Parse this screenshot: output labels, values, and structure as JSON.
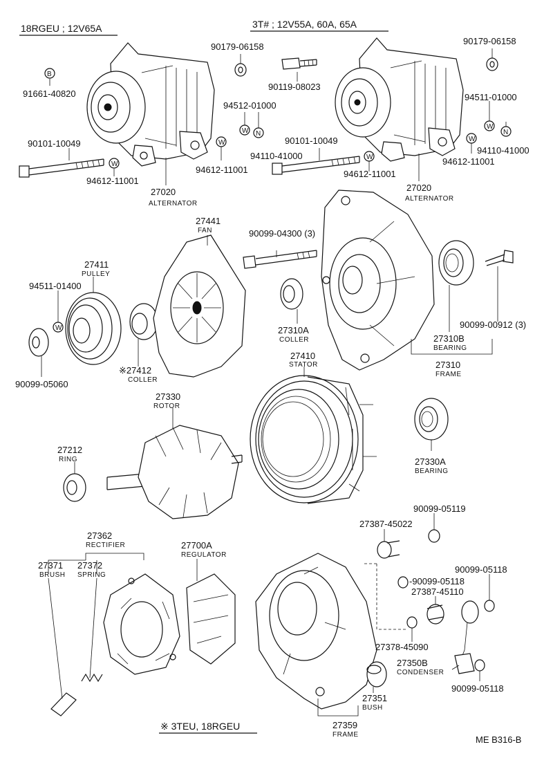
{
  "headings": {
    "left": "18RGEU ; 12V65A",
    "right": "3T# ; 12V55A, 60A, 65A",
    "footnote": "※ 3TEU, 18RGEU",
    "code": "ME B316-B"
  },
  "parts": [
    {
      "id": "p91661",
      "number": "91661-40820",
      "name": "",
      "icon": "B"
    },
    {
      "id": "p90179a",
      "number": "90179-06158",
      "name": ""
    },
    {
      "id": "p90119",
      "number": "90119-08023",
      "name": ""
    },
    {
      "id": "p94512",
      "number": "94512-01000",
      "name": "",
      "icon": "W"
    },
    {
      "id": "p94110a",
      "number": "94110-41000",
      "name": "",
      "icon": "N"
    },
    {
      "id": "p90101a",
      "number": "90101-10049",
      "name": ""
    },
    {
      "id": "p94612a",
      "number": "94612-11001",
      "name": "",
      "icon": "W"
    },
    {
      "id": "p94612b",
      "number": "94612-11001",
      "name": "",
      "icon": "W"
    },
    {
      "id": "p27020a",
      "number": "27020",
      "name": "ALTERNATOR"
    },
    {
      "id": "p90179b",
      "number": "90179-06158",
      "name": ""
    },
    {
      "id": "p94511a",
      "number": "94511-01000",
      "name": "",
      "icon": "W"
    },
    {
      "id": "p94110b",
      "number": "94110-41000",
      "name": "",
      "icon": "N"
    },
    {
      "id": "p90101b",
      "number": "90101-10049",
      "name": ""
    },
    {
      "id": "p94612c",
      "number": "94612-11001",
      "name": "",
      "icon": "W"
    },
    {
      "id": "p94612d",
      "number": "94612-11001",
      "name": "",
      "icon": "W"
    },
    {
      "id": "p27020b",
      "number": "27020",
      "name": "ALTERNATOR"
    },
    {
      "id": "p27441",
      "number": "27441",
      "name": "FAN"
    },
    {
      "id": "p90099a",
      "number": "90099-04300 (3)",
      "name": ""
    },
    {
      "id": "p27411",
      "number": "27411",
      "name": "PULLEY"
    },
    {
      "id": "p94511b",
      "number": "94511-01400",
      "name": "",
      "icon": "W"
    },
    {
      "id": "p90099b",
      "number": "90099-05060",
      "name": ""
    },
    {
      "id": "p27412",
      "number": "※27412",
      "name": "COLLER"
    },
    {
      "id": "p27310a",
      "number": "27310A",
      "name": "COLLER"
    },
    {
      "id": "p27310b",
      "number": "27310B",
      "name": "BEARING"
    },
    {
      "id": "p90099c",
      "number": "90099-00912 (3)",
      "name": ""
    },
    {
      "id": "p27310",
      "number": "27310",
      "name": "FRAME"
    },
    {
      "id": "p27410",
      "number": "27410",
      "name": "STATOR"
    },
    {
      "id": "p27330",
      "number": "27330",
      "name": "ROTOR"
    },
    {
      "id": "p27212",
      "number": "27212",
      "name": "RING"
    },
    {
      "id": "p27330a",
      "number": "27330A",
      "name": "BEARING"
    },
    {
      "id": "p90099d",
      "number": "90099-05119",
      "name": ""
    },
    {
      "id": "p27387a",
      "number": "27387-45022",
      "name": ""
    },
    {
      "id": "p27362",
      "number": "27362",
      "name": "RECTIFIER"
    },
    {
      "id": "p27700a",
      "number": "27700A",
      "name": "REGULATOR"
    },
    {
      "id": "p27371",
      "number": "27371",
      "name": "BRUSH"
    },
    {
      "id": "p27372",
      "number": "27372",
      "name": "SPRING"
    },
    {
      "id": "p90099e",
      "number": "-90099-05118",
      "name": ""
    },
    {
      "id": "p90099f",
      "number": "90099-05118",
      "name": ""
    },
    {
      "id": "p27387b",
      "number": "27387-45110",
      "name": ""
    },
    {
      "id": "p27378",
      "number": "27378-45090",
      "name": ""
    },
    {
      "id": "p27350b",
      "number": "27350B",
      "name": "CONDENSER"
    },
    {
      "id": "p90099g",
      "number": "90099-05118",
      "name": ""
    },
    {
      "id": "p27351",
      "number": "27351",
      "name": "BUSH"
    },
    {
      "id": "p27359",
      "number": "27359",
      "name": "FRAME"
    }
  ]
}
